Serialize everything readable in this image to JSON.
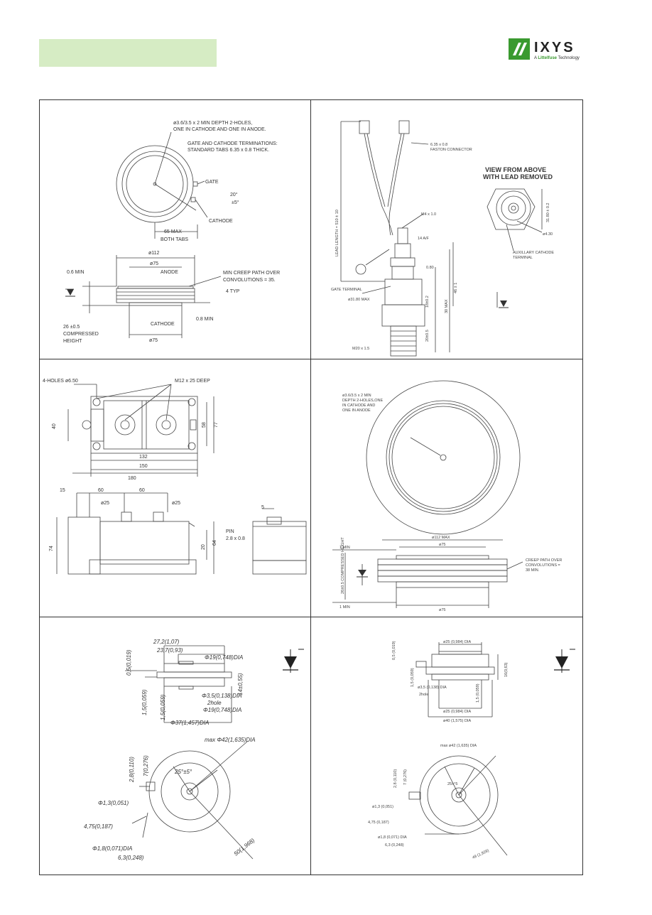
{
  "brand": {
    "name": "IXYS",
    "tagline_prefix": "A ",
    "tagline_brand": "Littelfuse",
    "tagline_suffix": " Technology",
    "accent": "#3a9a2f"
  },
  "panel1": {
    "note1": "ø3.6/3.5 x 2 MIN DEPTH 2-HOLES,",
    "note2": "ONE IN CATHODE AND ONE IN ANODE.",
    "note3": "GATE AND CATHODE TERMINATIONS:",
    "note4": "STANDARD TABS 6.35 x 0.8 THICK.",
    "gate": "GATE",
    "angle1": "20°",
    "angle2": "±5°",
    "cathode": "CATHODE",
    "max65": "65 MAX",
    "both_tabs": "BOTH TABS",
    "d112": "ø112",
    "d75a": "ø75",
    "min06": "0.6 MIN",
    "anode": "ANODE",
    "creep1": "MIN CREEP PATH OVER",
    "creep2": "CONVOLUTIONS = 35.",
    "typ4": "4 TYP",
    "cathode2": "CATHODE",
    "min08": "0.8 MIN",
    "h26": "26  ±0.5",
    "compressed": "COMPRESSED",
    "height": "HEIGHT",
    "d75b": "ø75"
  },
  "panel2": {
    "faston1": "6.35 x 0.8",
    "faston2": "FASTON CONNECTOR",
    "view1": "VIEW FROM ABOVE",
    "view2": "WITH LEAD REMOVED",
    "lead": "LEAD LENGTH = 510 ± 10",
    "m4": "M4 x 1.0",
    "af14": "14 A/F",
    "d080": "0.80",
    "gate_terminal": "GATE TERMINAL",
    "d3180": "ø31.80 MAX",
    "h18": "18±0.2",
    "max30": "30 MAX",
    "h46": "46 ± 1",
    "h20": "20±0.5",
    "m20": "M20 x 1.5",
    "d3180b": "31.80 ± 0.2",
    "d430": "ø4.30",
    "aux1": "AUXILLARY CATHODE",
    "aux2": "TERMINAL"
  },
  "panel3": {
    "holes": "4-HOLES ø6.50",
    "m12": "M12 x 25 DEEP",
    "d40": "40",
    "d58": "58",
    "d77": "77",
    "d132": "132",
    "d150": "150",
    "d180": "180",
    "d15": "15",
    "d60a": "60",
    "d60b": "60",
    "d25a": "ø25",
    "d25b": "ø25",
    "d5": "5",
    "pin1": "PIN",
    "pin2": "2.8 x 0.8",
    "d74": "74",
    "d20": "20",
    "d64": "64"
  },
  "panel4": {
    "note1": "ø3.6/3.5 x 2 MIN",
    "note2": "DEPTH 2-HOLES,ONE",
    "note3": "IN CATHODE AND",
    "note4": "ONE IN ANODE",
    "d112max": "ø112 MAX",
    "d75a": "ø75",
    "min1a": "1 MIN",
    "compressed": "26±0.5 COMPRESSED HEIGHT",
    "creep1": "CREEP PATH OVER",
    "creep2": "CONVOLUTIONS =",
    "creep3": "38 MIN.",
    "min1b": "1 MIN",
    "d75b": "ø75"
  },
  "panel5": {
    "a": "27,2(1,07)",
    "b": "23,7(0,93)",
    "c": "Φ19(0,748)DIA",
    "d": "0,5(0,019)",
    "e": "14±0,55)",
    "f": "1,5(0,059)",
    "g": "Φ3,5(0,138)DIA",
    "h": "2hole",
    "i": "Φ19(0,748)DIA",
    "j": "1,5(0,059)",
    "k": "Φ37(1,457)DIA",
    "l": "max Φ42(1,635)DIA",
    "m": "2,8(0,110)",
    "n": "7(0,276)",
    "o": "25°±5°",
    "p": "Φ1,3(0,051)",
    "q": "4,75(0,187)",
    "r": "50(1,968)",
    "s": "Φ1,8(0,071)DIA",
    "t": "6,3(0,248)"
  },
  "panel6": {
    "a": "ø25 (0,984) DIA",
    "b": "0,5 (0,019)",
    "c": "16(0,63)",
    "d": "1,5 (0,059)",
    "e": "ø3,5 (0,138) DIA",
    "f": "2hole",
    "g": "1,5 (0,059)",
    "h": "ø25 (0,984) DIA",
    "i": "ø40 (1,575) DIA",
    "j": "max ø42 (1,635) DIA",
    "k": "2,8 (0,110)",
    "l": "7 (0,276)",
    "m": "25±°5",
    "n": "ø1,3 (0,051)",
    "o": "4,75 (0,187)",
    "p": "ø1,8 (0,071) DIA",
    "q": "6,3 (0,248)",
    "r": "49 (1,929)"
  }
}
